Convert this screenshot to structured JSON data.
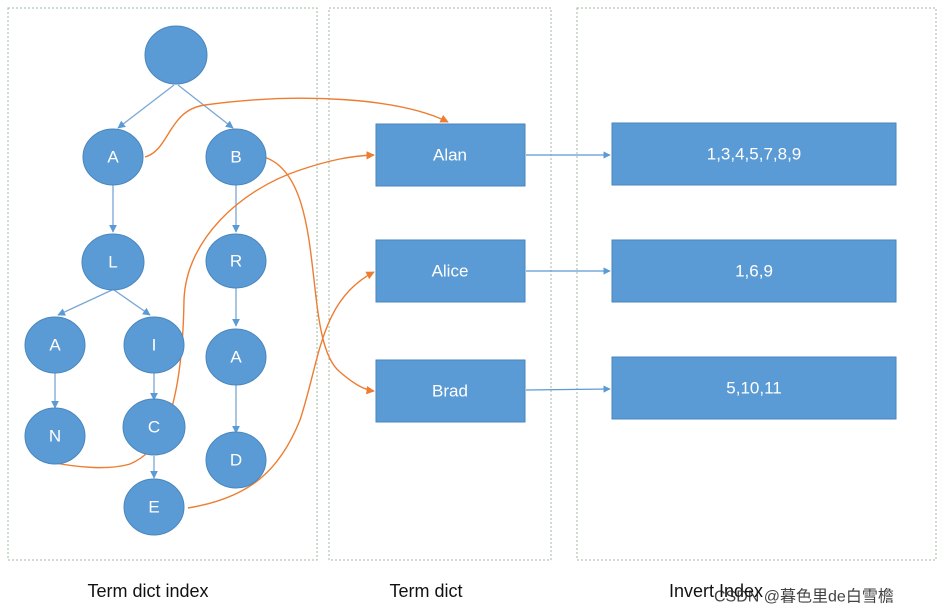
{
  "panels": {
    "left": {
      "caption": "Term dict index"
    },
    "middle": {
      "caption": "Term dict"
    },
    "right": {
      "caption": "Invert Index"
    }
  },
  "tree": {
    "root": "",
    "nodes": [
      "A",
      "B",
      "L",
      "R",
      "A",
      "I",
      "A",
      "N",
      "C",
      "D",
      "E"
    ]
  },
  "terms": [
    "Alan",
    "Alice",
    "Brad"
  ],
  "postings": [
    "1,3,4,5,7,8,9",
    "1,6,9",
    "5,10,11"
  ],
  "watermark": "CSDN @暮色里de白雪檐",
  "colors": {
    "node": "#5b9bd5",
    "curve": "#ed7d31",
    "panel_border": "#9fb89f"
  }
}
